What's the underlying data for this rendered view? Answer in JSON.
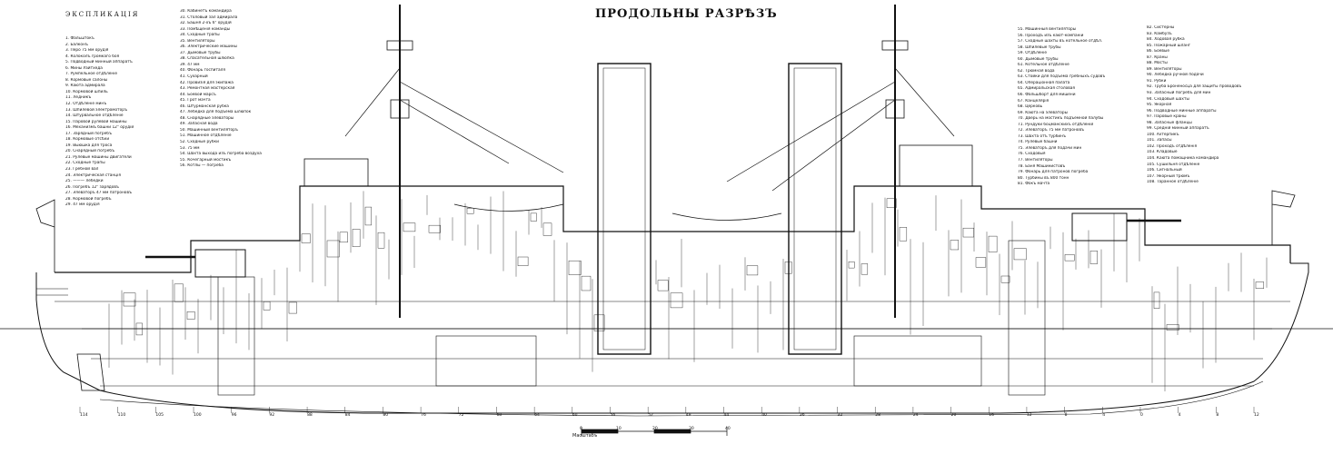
{
  "title": "ПРОДОЛЬНЫ РАЗРѢЗЪ",
  "legend_heading": "ЭКСПЛИКАЦІЯ",
  "legend_col1": [
    "1. Фальштокъ",
    "2. Балконъ",
    "3. Перо 75 мм орудія",
    "4. Колоколъ громкаго боя",
    "5. Подводный минный аппаратъ",
    "6. Мины Уайтхеда",
    "7. Румпельное отдѣленіе",
    "8. Кормовые салоны",
    "9. Каюта адмирала",
    "10. Кормовой шпиль",
    "11. Ледникъ",
    "12. Отдѣленіе минъ",
    "13. Шпилевой электромоторъ",
    "14. Штурвальное отдѣленіе",
    "15. Паровой рулевой машины",
    "16. Механизмъ башни 12\" орудій",
    "17. Зарядный погребъ",
    "18. Кормовые отсѣки",
    "19. Выюшка для троса",
    "20. Снарядный погребъ",
    "21. Рулевые машины двигатели",
    "22. Сходные трапы",
    "23. Гребной вал",
    "24. Электрическая станція",
    "25. ——— лебедки",
    "26. Погребъ 12\" зарядовъ",
    "27. Элеваторъ 47 мм патроновъ",
    "28. Кормовой погребъ",
    "29. 47 мм орудія"
  ],
  "legend_col2": [
    "30. Кабинетъ командира",
    "31. Столовый зал адмирала",
    "32. Башня 2-хъ 6\" орудій",
    "33. Помѣщенія команды",
    "34. Сходные трапы",
    "35. Вентиляторы",
    "36. Электрические машины",
    "37. Дымовые трубы",
    "38. Спасательная шлюпка",
    "39. 47 мм",
    "40. Фонарь госпиталя",
    "41. Сухарный",
    "42. Провизія для экипажа",
    "43. Ремонтная мастерская",
    "44. Боевой марсъ",
    "45. Грот мачта",
    "46. Штурманская рубка",
    "47. Лебедка для подъема шлюпок",
    "48. Снарядные элеваторы",
    "49. Запасная вода",
    "50. Машинный вентиляторъ",
    "51. Машинное отдѣленіе",
    "52. Сходные рубки",
    "53. 75 мм",
    "54. Шахта выхода изъ погреба воздуха",
    "55. Кочегарный мостикъ",
    "56. Котлы — погреба"
  ],
  "legend_col3": [
    "55. Машинныя вентиляторы",
    "56. Проходъ изъ кают-компаніи",
    "57. Сходные шахты въ котельное отдѣл.",
    "58. Шпилевые трубы",
    "59. Отдѣленіе",
    "60. Дымовые трубы",
    "61. Котельное отдѣленіе",
    "62. Трюмная вода",
    "63. Стойки для подъема гребныхъ судовъ",
    "64. Операціонная палата",
    "65. Адмиральская столовая",
    "66. Фальшборт для мишени",
    "67. Канцелярія",
    "68. Церковь",
    "69. Каюта на элеваторы",
    "70. Дверь на мостикъ подъемной палубы",
    "71. Рундуки боцманскихъ отдѣленій",
    "72. Элеваторъ 75 мм патроновъ",
    "73. Шахта отъ турбинъ",
    "74. Рулевые башни",
    "75. Элеваторъ для подачи мин",
    "76. Сходовыя",
    "77. Вентиляторы",
    "78. Баня Машинистовъ",
    "79. Фонарь для патронов погреба",
    "80. Турбины въ 800 тонн",
    "81. Фокъ мачта"
  ],
  "legend_col4": [
    "82. Систерны",
    "83. Камбузъ",
    "84. Ходовая рубка",
    "85. Пожарный шланг",
    "86. Боевые",
    "87. Краны",
    "88. Мосты",
    "89. Вентиляторы",
    "90. Лебедка ручной подачи",
    "91. Рубки",
    "92. Труба Броненосца для защиты проводовъ",
    "93. Запасный погребъ для мин",
    "94. Сходовыя шахты",
    "95. Якорная",
    "96. Подводные минные аппараты",
    "97. Паровые краны",
    "98. Запасные фланцы",
    "99. Средній минный аппаратъ",
    "100. Ахтерпикъ",
    "101. Запасы",
    "102. Проходъ отдѣленія",
    "103. Кладовые",
    "104. Каюта помощника командира",
    "105. Сушильня отдѣленіе",
    "106. Сигнальный",
    "107. Якорный трюмъ",
    "108. Таранное отдѣленіе"
  ],
  "frame_numbers": [
    "114",
    "110",
    "105",
    "100",
    "96",
    "92",
    "88",
    "84",
    "80",
    "76",
    "72",
    "68",
    "64",
    "60",
    "56",
    "52",
    "48",
    "44",
    "40",
    "36",
    "32",
    "28",
    "24",
    "20",
    "16",
    "12",
    "8",
    "4",
    "0",
    "4",
    "8",
    "12"
  ],
  "scale_label": "Масштабъ",
  "scale_numbers": [
    "0",
    "10",
    "20",
    "30",
    "40"
  ],
  "colors": {
    "ink": "#111111",
    "paper": "#ffffff",
    "water": "#444444"
  }
}
